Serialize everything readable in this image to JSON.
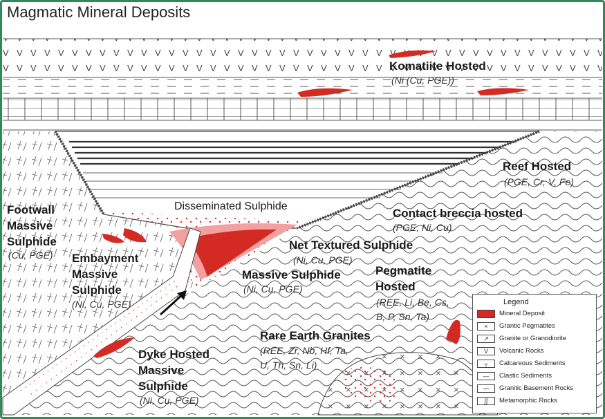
{
  "title": "Magmatic Mineral Deposits",
  "labels": {
    "komatiite_title": "Komatiite Hosted",
    "komatiite_metals": "(Ni (Cu, PGE))",
    "reef_title": "Reef Hosted",
    "reef_metals": "(PGE, Cr, V, Fe)",
    "disseminated": "Disseminated Sulphide",
    "contact_title": "Contact breccia hosted",
    "contact_metals": "(PGE, Ni, Cu)",
    "footwall_l1": "Footwall",
    "footwall_l2": "Massive",
    "footwall_l3": "Sulphide",
    "footwall_metals": "(Cu, PGE)",
    "embay_l1": "Embayment",
    "embay_l2": "Massive",
    "embay_l3": "Sulphide",
    "embay_metals": "(Ni, Cu, PGE)",
    "net_title": "Net Textured Sulphide",
    "net_metals": "(Ni, Cu, PGE)",
    "massive_title": "Massive Sulphide",
    "massive_metals": "(Ni, Cu, PGE)",
    "peg_l1": "Pegmatite",
    "peg_l2": "Hosted",
    "peg_metals_l1": "(REE, Li, Be, Cs,",
    "peg_metals_l2": "B, P, Sn, Ta)",
    "ree_title": "Rare Earth Granites",
    "ree_metals_l1": "(REE, Zr, Nb, Hf, Ta,",
    "ree_metals_l2": "U, Th, Sn, Li)",
    "dyke_l1": "Dyke Hosted",
    "dyke_l2": "Massive",
    "dyke_l3": "Sulphide",
    "dyke_metals": "(Ni, Cu, PGE)"
  },
  "legend": {
    "title": "Legend",
    "items": [
      {
        "label": "Mineral Deposit",
        "symbol": ""
      },
      {
        "label": "Grantic Pegmatites",
        "symbol": "×"
      },
      {
        "label": "Granite or Granodiorite",
        "symbol": "↗"
      },
      {
        "label": "Volcanic Rocks",
        "symbol": "V"
      },
      {
        "label": "Calcareous Sediments",
        "symbol": "┬"
      },
      {
        "label": "Clastic Sediments",
        "symbol": "—"
      },
      {
        "label": "Granitic Basement Rocks",
        "symbol": "⁓"
      },
      {
        "label": "Metamorphic Rocks",
        "symbol": "∫∫"
      }
    ]
  },
  "colors": {
    "deposit": "#d42a24",
    "deposit_light": "#f2a0a0",
    "frame": "#2f8a5a"
  }
}
